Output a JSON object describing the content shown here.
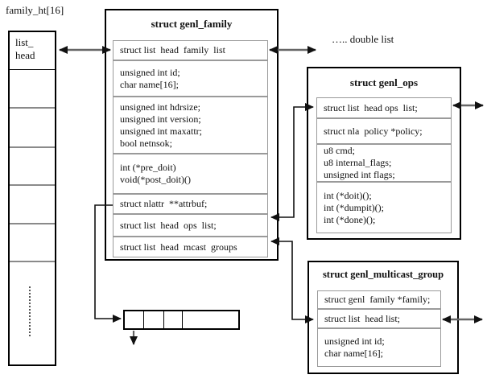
{
  "diagram": {
    "family_ht_label": "family_ht[16]",
    "list_head_cell": "list_\nhead",
    "double_list_label": "….. double list"
  },
  "genl_family": {
    "title": "struct genl_family",
    "rows": [
      "struct list  head  family  list",
      "unsigned int id;\nchar name[16];",
      "unsigned int hdrsize;\nunsigned int version;\nunsigned int maxattr;\nbool netnsok;",
      "int (*pre_doit)\nvoid(*post_doit)()",
      "struct nlattr  **attrbuf;",
      "struct list  head  ops  list;",
      "struct list  head  mcast  groups"
    ]
  },
  "genl_ops": {
    "title": "struct genl_ops",
    "rows": [
      "struct list  head ops  list;",
      "struct nla  policy *policy;",
      "u8 cmd;\nu8 internal_flags;\nunsigned int flags;",
      "int (*doit)();\nint (*dumpit)();\nint (*done)();"
    ]
  },
  "genl_multicast_group": {
    "title": "struct genl_multicast_group",
    "rows": [
      "struct genl  family *family;",
      "struct list  head list;",
      "unsigned int id;\nchar name[16];"
    ]
  }
}
